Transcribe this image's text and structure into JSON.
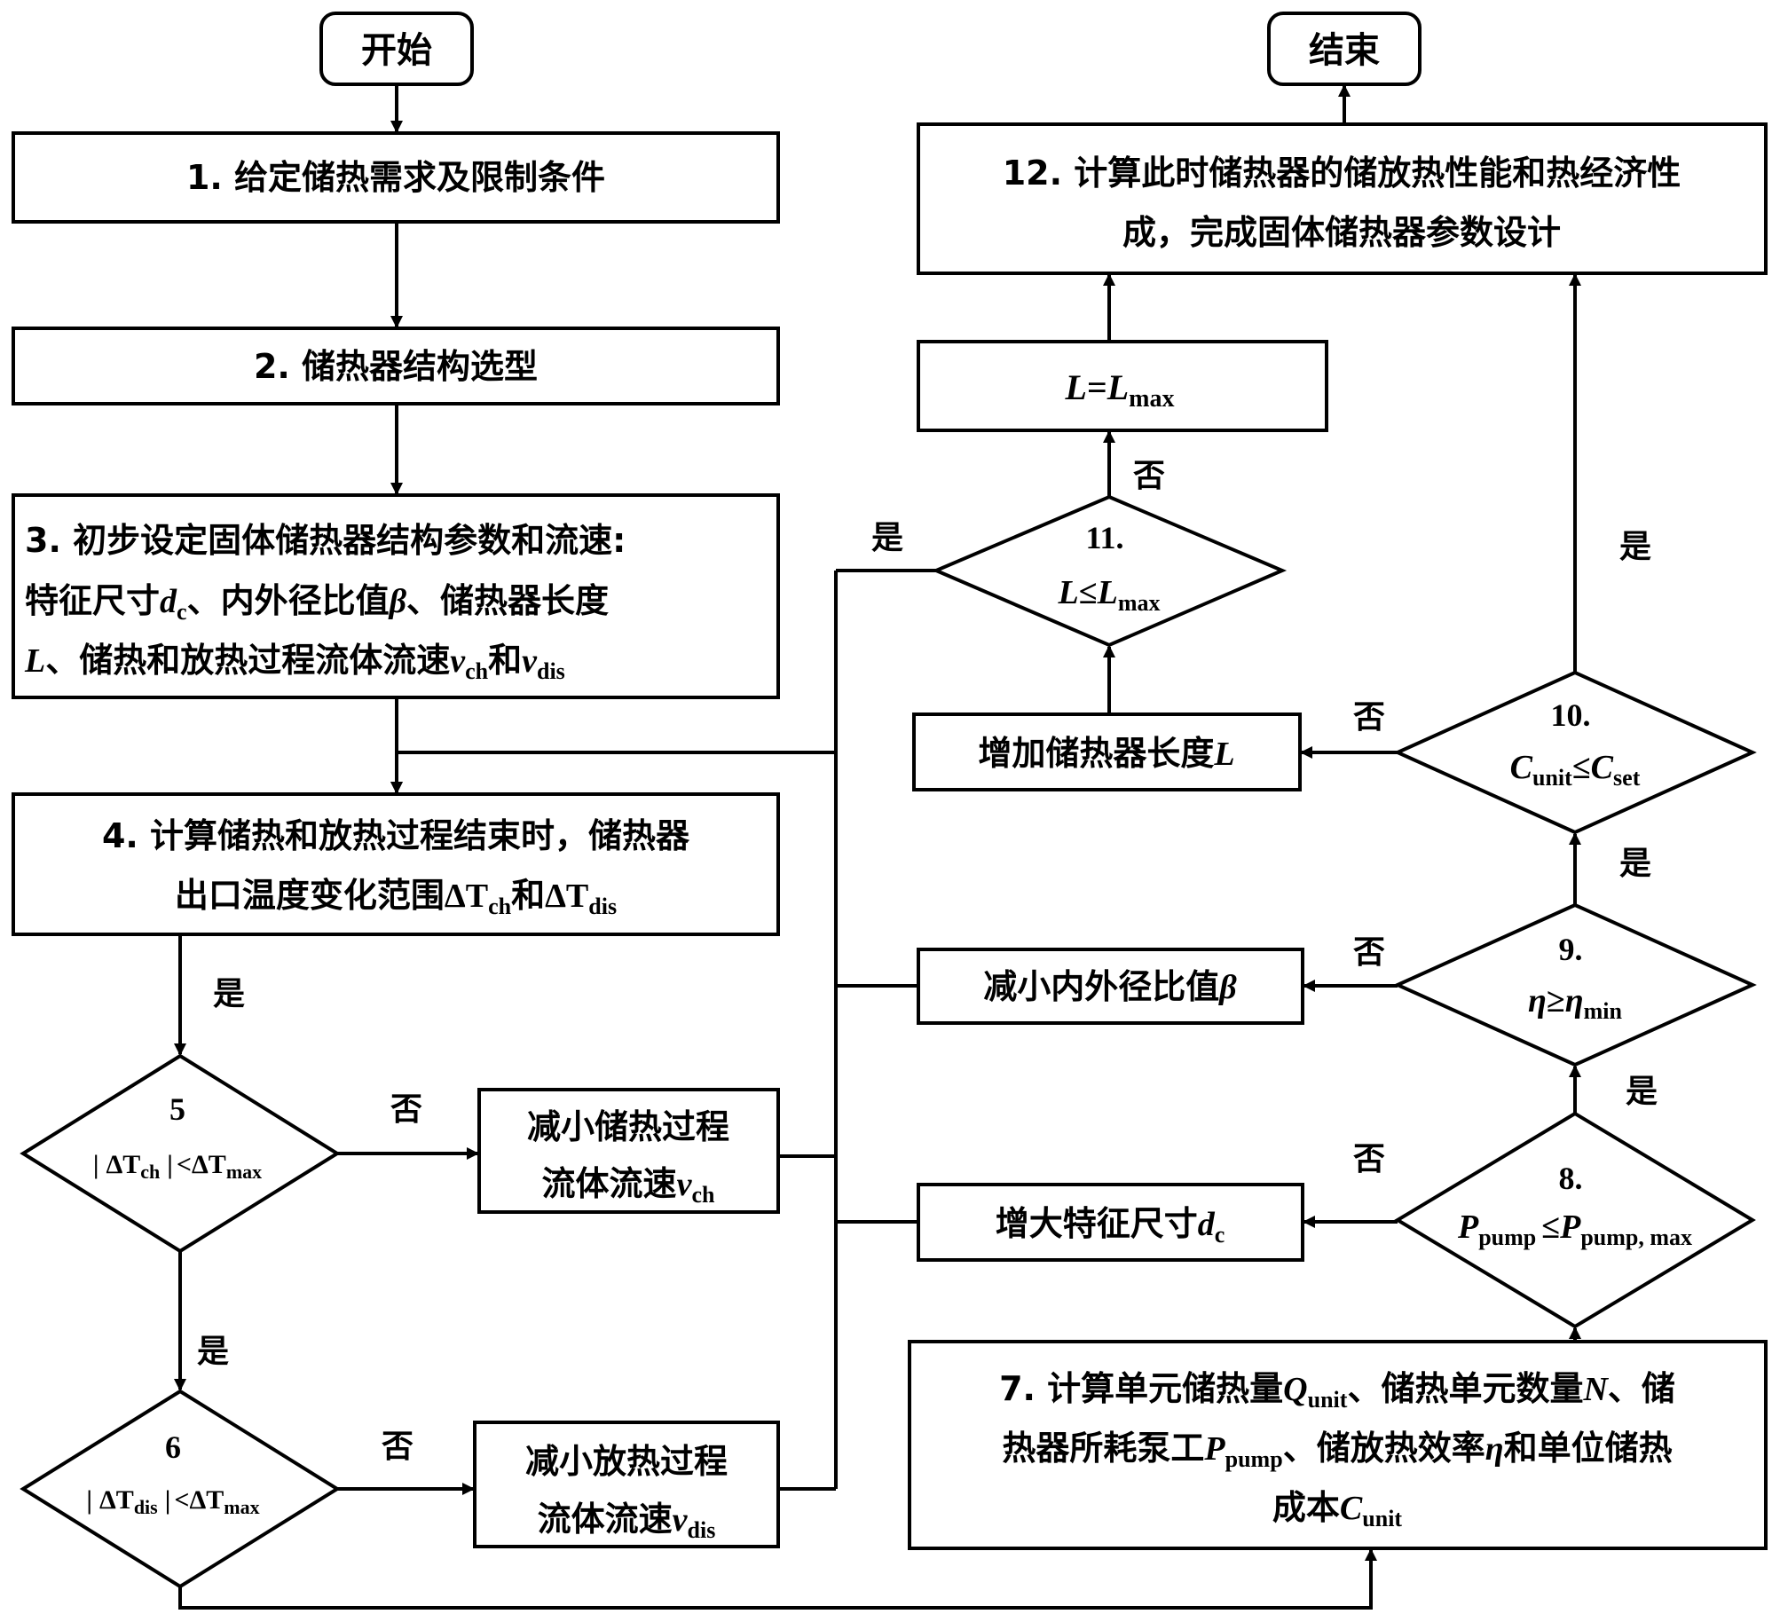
{
  "terminals": {
    "start": "开始",
    "end": "结束"
  },
  "steps": {
    "s1": "1. 给定储热需求及限制条件",
    "s2": "2. 储热器结构选型",
    "s3": {
      "line1": "3. 初步设定固体储热器结构参数和流速:",
      "line2a": "特征尺寸",
      "d": "d",
      "c_sub": "c",
      "line2b": "、内外径比值",
      "beta": "β",
      "line2c": "、储热器长度",
      "L": "L",
      "line3a": "、储热和放热过程流体流速",
      "v": "v",
      "ch_sub": "ch",
      "and": "和",
      "dis_sub": "dis"
    },
    "s4": {
      "line1": "4. 计算储热和放热过程结束时，储热器",
      "line2a": "出口温度变化范围",
      "delta_T": "ΔT",
      "ch_sub": "ch",
      "and": "和",
      "dis_sub": "dis"
    },
    "s7": {
      "line1a": "7. 计算单元储热量",
      "Q": "Q",
      "unit_sub": "unit",
      "line1b": "、储热单元数量",
      "N": "N",
      "line1c": "、储",
      "line2a": "热器所耗泵工",
      "P": "P",
      "pump_sub": "pump",
      "line2b": "、储放热效率",
      "eta": "η",
      "line2c": "和单位储热",
      "line3a": "成本",
      "C": "C"
    },
    "s12": {
      "line1": "12. 计算此时储热器的储放热性能和热经济性",
      "line2": "成，完成固体储热器参数设计"
    },
    "l_eq": {
      "L": "L",
      "eq": "=",
      "max_sub": "max"
    }
  },
  "decisions": {
    "d5": {
      "num": "5",
      "bar": "|",
      "delta_T": "ΔT",
      "ch_sub": "ch",
      "lt": "<",
      "max_sub": "max"
    },
    "d6": {
      "num": "6",
      "bar": "|",
      "delta_T": "ΔT",
      "dis_sub": "dis",
      "lt": "<",
      "max_sub": "max"
    },
    "d8": {
      "num": "8.",
      "P": "P",
      "pump_sub": "pump",
      "le": "≤",
      "pump_max_sub": "pump, max"
    },
    "d9": {
      "num": "9.",
      "eta": "η",
      "ge": "≥",
      "min_sub": "min"
    },
    "d10": {
      "num": "10.",
      "C": "C",
      "unit_sub": "unit",
      "le": "≤",
      "set_sub": "set"
    },
    "d11": {
      "num": "11.",
      "L": "L",
      "le": "≤",
      "max_sub": "max"
    }
  },
  "actions": {
    "a_vch": {
      "line1": "减小储热过程",
      "line2": "流体流速",
      "v": "v",
      "sub": "ch"
    },
    "a_vdis": {
      "line1": "减小放热过程",
      "line2": "流体流速",
      "v": "v",
      "sub": "dis"
    },
    "a_dc": {
      "text": "增大特征尺寸",
      "d": "d",
      "sub": "c"
    },
    "a_beta": {
      "text": "减小内外径比值",
      "beta": "β"
    },
    "a_L": {
      "text": "增加储热器长度",
      "L": "L"
    }
  },
  "edge_labels": {
    "yes": "是",
    "no": "否"
  }
}
